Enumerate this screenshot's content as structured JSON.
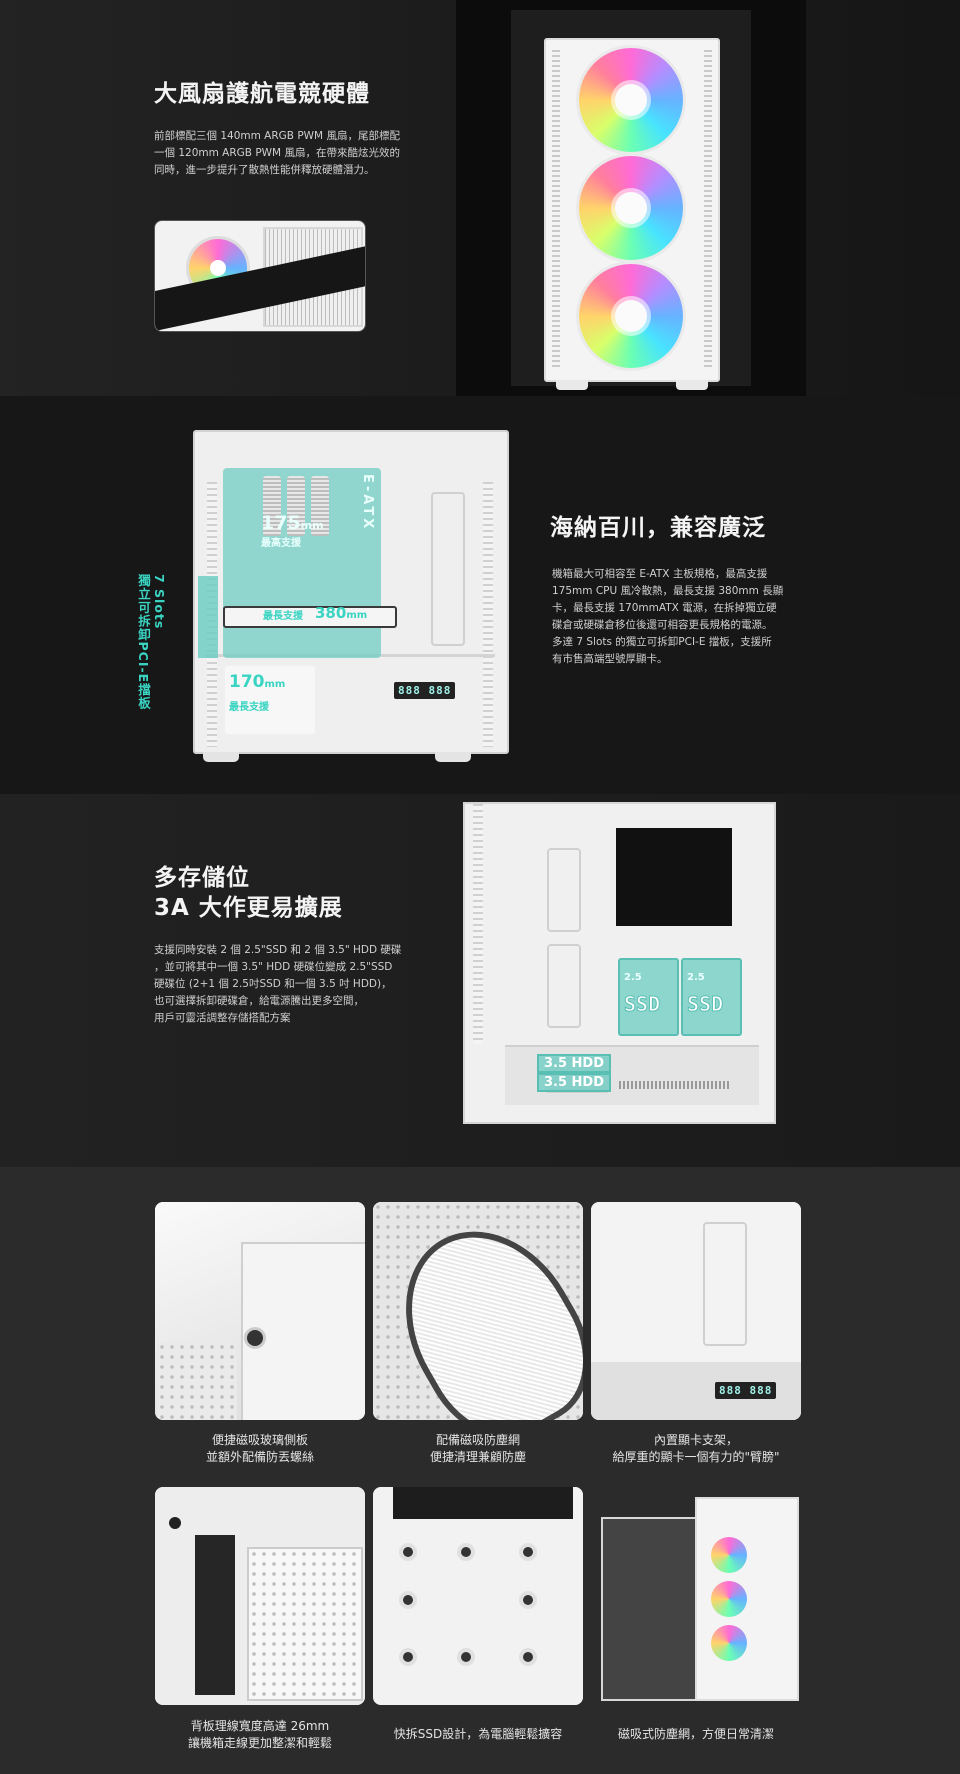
{
  "section1": {
    "heading": "大風扇護航電競硬體",
    "body": "前部標配三個 140mm ARGB PWM 風扇，尾部標配\n一個 120mm ARGB PWM 風扇，在帶來酷炫光效的\n同時，進一步提升了散熱性能併釋放硬體潛力。"
  },
  "section2": {
    "heading": "海納百川，兼容廣泛",
    "body": "機箱最大可相容至 E-ATX 主板規格，最高支援\n175mm CPU 風冷散熱，最長支援 380mm 長顯\n卡，最長支援 170mmATX 電源，在拆掉獨立硬\n碟倉或硬碟倉移位後還可相容更長規格的電源。\n多達 7 Slots 的獨立可拆卸PCI-E 擋板，支援所\n有市售高端型號厚顯卡。",
    "mb_label": "E-ATX",
    "cooler_value": "175",
    "cooler_unit": "mm",
    "cooler_caption": "最高支援",
    "gpu_caption": "最長支援",
    "gpu_value": "380",
    "gpu_unit": "mm",
    "psu_value": "170",
    "psu_unit": "mm",
    "psu_caption": "最長支援",
    "slots_line1": "7 Slots",
    "slots_line2": "獨立可拆卸PCI-E擋板",
    "display_text": "888 888"
  },
  "section3": {
    "heading_line1": "多存儲位",
    "heading_line2": "3A 大作更易擴展",
    "body": "支援同時安裝 2 個 2.5\"SSD 和 2 個 3.5\" HDD 硬碟\n，並可將其中一個 3.5\" HDD 硬碟位變成 2.5\"SSD\n硬碟位 (2+1 個 2.5吋SSD 和一個 3.5 吋 HDD)，\n也可選擇拆卸硬碟倉，給電源騰出更多空間，\n用戶可靈活調整存儲搭配方案",
    "ssd_size": "2.5",
    "ssd_label": "SSD",
    "hdd_label_1": "3.5 HDD",
    "hdd_label_2": "3.5 HDD"
  },
  "features": [
    {
      "caption": "便捷磁吸玻璃側板\n並額外配備防丟螺絲"
    },
    {
      "caption": "配備磁吸防塵網\n便捷清理兼顧防塵"
    },
    {
      "caption": "內置顯卡支架，\n給厚重的顯卡一個有力的\"臂膀\""
    },
    {
      "caption": "背板理線寬度高達 26mm\n讓機箱走線更加整潔和輕鬆"
    },
    {
      "caption": "快拆SSD設計，為電腦輕鬆擴容"
    },
    {
      "caption": "磁吸式防塵網，方便日常清潔"
    }
  ],
  "colors": {
    "accent": "#3ad4c3",
    "teal_fill": "#70cec4"
  }
}
